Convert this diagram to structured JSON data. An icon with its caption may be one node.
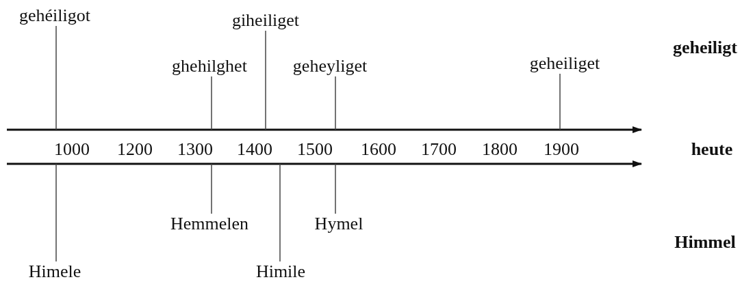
{
  "diagram": {
    "nodes": [
      {
        "text": [
          "gehéiligot"
        ]
      },
      {
        "text": [
          "giheiliget"
        ]
      },
      {
        "text": [
          "ghehilghet"
        ]
      },
      {
        "text": [
          "geheyliget"
        ]
      },
      {
        "text": [
          "geheiliget"
        ]
      },
      {
        "text": [
          "Hemmelen"
        ]
      },
      {
        "text": [
          "Hymel"
        ]
      },
      {
        "text": [
          "Himele"
        ]
      },
      {
        "text": [
          "Himile"
        ]
      }
    ],
    "edges": [
      {
        "from": 0,
        "to": null,
        "arrow": "none"
      },
      {
        "from": 1,
        "to": null,
        "arrow": "none"
      },
      {
        "from": 2,
        "to": null,
        "arrow": "none"
      },
      {
        "from": 3,
        "to": null,
        "arrow": "none"
      },
      {
        "from": 4,
        "to": null,
        "arrow": "none"
      },
      {
        "from": 5,
        "to": null,
        "arrow": "none"
      },
      {
        "from": 6,
        "to": null,
        "arrow": "none"
      },
      {
        "from": 7,
        "to": null,
        "arrow": "none"
      },
      {
        "from": 8,
        "to": null,
        "arrow": "none"
      }
    ],
    "labels": [
      "geheiligt",
      "1000",
      "1200",
      "1300",
      "1400",
      "1500",
      "1600",
      "1700",
      "1800",
      "1900",
      "heute",
      "Himmel"
    ]
  }
}
